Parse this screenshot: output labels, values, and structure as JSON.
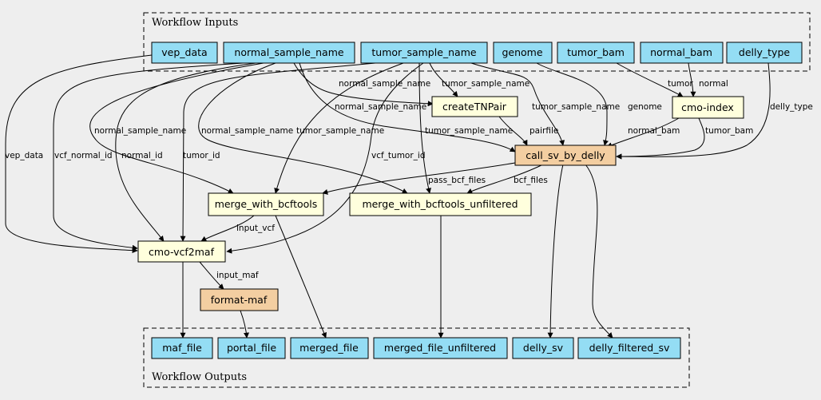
{
  "clusters": {
    "inputs": {
      "label": "Workflow Inputs"
    },
    "outputs": {
      "label": "Workflow Outputs"
    }
  },
  "colors": {
    "background": "#eeeeee",
    "io_node": "#94ddf4",
    "step_node": "#ffffdd",
    "workflow_node": "#f3cea1"
  },
  "nodes": {
    "vep_data": "vep_data",
    "normal_sample_name": "normal_sample_name",
    "tumor_sample_name": "tumor_sample_name",
    "genome": "genome",
    "tumor_bam": "tumor_bam",
    "normal_bam": "normal_bam",
    "delly_type": "delly_type",
    "createTNPair": "createTNPair",
    "cmo_index": "cmo-index",
    "call_sv_by_delly": "call_sv_by_delly",
    "merge_with_bcftools": "merge_with_bcftools",
    "merge_with_bcftools_unfiltered": "merge_with_bcftools_unfiltered",
    "cmo_vcf2maf": "cmo-vcf2maf",
    "format_maf": "format-maf",
    "maf_file": "maf_file",
    "portal_file": "portal_file",
    "merged_file": "merged_file",
    "merged_file_unfiltered": "merged_file_unfiltered",
    "delly_sv": "delly_sv",
    "delly_filtered_sv": "delly_filtered_sv"
  },
  "edge_labels": {
    "normal_sample_name_to_createTNPair": "normal_sample_name",
    "tumor_sample_name_to_createTNPair": "tumor_sample_name",
    "normal_sample_name_to_delly": "normal_sample_name",
    "tumor_sample_name_to_delly": "tumor_sample_name",
    "genome_to_delly": "genome",
    "tumor_bam_to_index": "tumor",
    "normal_bam_to_index": "normal",
    "delly_type_to_delly": "delly_type",
    "normal_sample_name_to_merge": "normal_sample_name",
    "normal_sample_name_to_merge_unfiltered": "normal_sample_name",
    "tumor_sample_name_to_merge": "tumor_sample_name",
    "tumor_sample_name_to_merge_unfiltered": "tumor_sample_name",
    "pairfile": "pairfile",
    "normal_bam_from_index": "normal_bam",
    "tumor_bam_from_index": "tumor_bam",
    "vep_data": "vep_data",
    "vcf_normal_id": "vcf_normal_id",
    "normal_id": "normal_id",
    "tumor_id": "tumor_id",
    "vcf_tumor_id": "vcf_tumor_id",
    "pass_bcf_files": "pass_bcf_files",
    "bcf_files": "bcf_files",
    "input_vcf": "input_vcf",
    "input_maf": "input_maf"
  }
}
